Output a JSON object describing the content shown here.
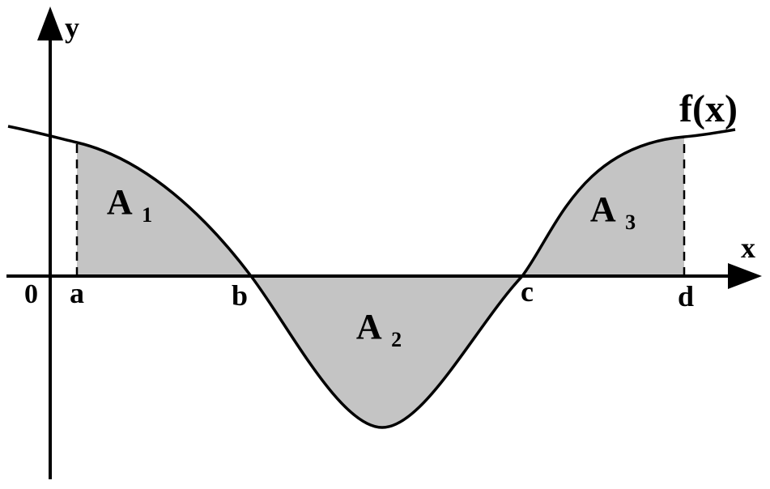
{
  "figure": {
    "function_label": "f(x)",
    "axis_labels": {
      "x": "x",
      "y": "y"
    },
    "origin_label": "0",
    "x_points": [
      {
        "label": "a"
      },
      {
        "label": "b"
      },
      {
        "label": "c"
      },
      {
        "label": "d"
      }
    ],
    "areas": [
      {
        "name": "A",
        "sub": "1"
      },
      {
        "name": "A",
        "sub": "2"
      },
      {
        "name": "A",
        "sub": "3"
      }
    ],
    "colors": {
      "shade": "#c4c4c4",
      "line": "#000000",
      "background": "#ffffff"
    }
  }
}
